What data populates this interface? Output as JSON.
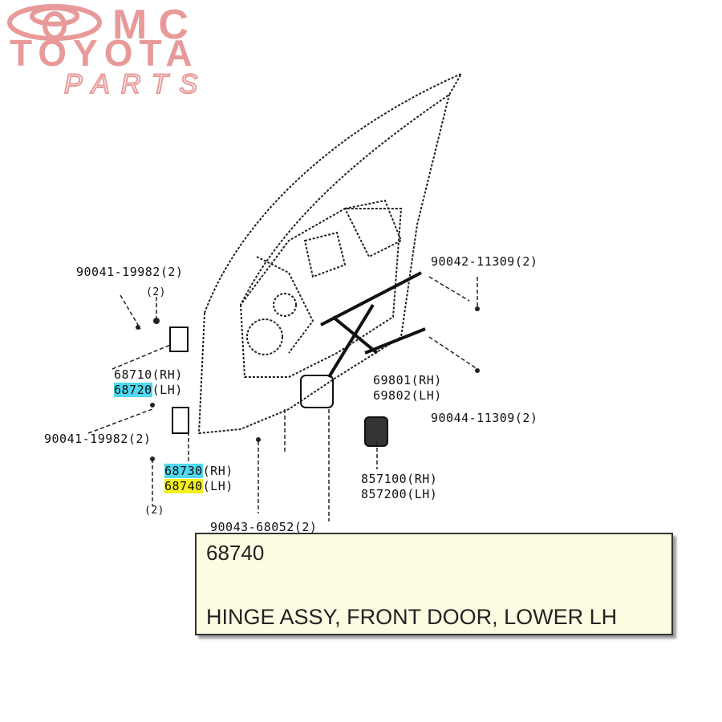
{
  "logo": {
    "line1": "MC",
    "line2": "TOYOTA",
    "line3": "PARTS",
    "color": "#e89a9a"
  },
  "labels": {
    "bolt_top_left": "90041-19982(2)",
    "bolt_top_left_qty": "(2)",
    "bolt_top_right": "90042-11309(2)",
    "top_hinge_rh": "68710(RH)",
    "top_hinge_lh_code": "68720",
    "top_hinge_lh_suffix": "(LH)",
    "regulator_rh": "69801(RH)",
    "regulator_lh": "69802(LH)",
    "bolt_mid_right": "90044-11309(2)",
    "bolt_lower_left": "90041-19982(2)",
    "lower_hinge_rh_code": "68730",
    "lower_hinge_rh_suffix": "(RH)",
    "lower_hinge_lh_code": "68740",
    "lower_hinge_lh_suffix": "(LH)",
    "motor_rh": "857100(RH)",
    "motor_lh": "857200(LH)",
    "bolt_lower_qty": "(2)",
    "bolt_bottom": "90043-68052(2)"
  },
  "tooltip": {
    "part_number": "68740",
    "description": "HINGE ASSY, FRONT DOOR, LOWER LH"
  },
  "colors": {
    "highlight_cyan": "#4fd8f0",
    "highlight_yellow": "#f4f01a",
    "tooltip_bg": "#fdfbe2"
  }
}
